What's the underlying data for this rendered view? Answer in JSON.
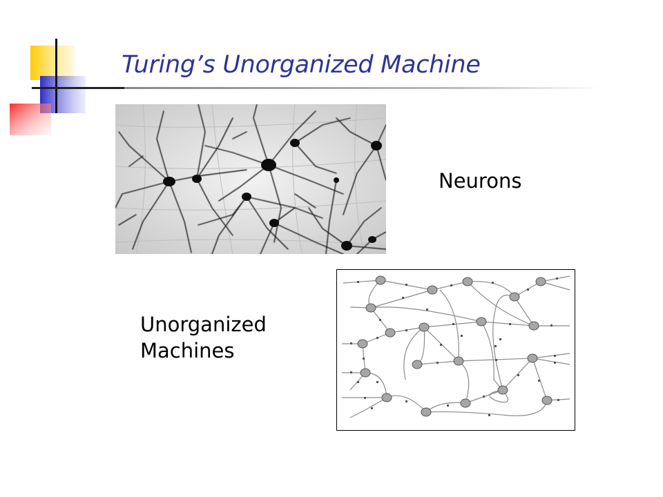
{
  "slide": {
    "title": "Turing’s Unorganized Machine",
    "neurons_label": "Neurons",
    "machines_label_line1": "Unorganized",
    "machines_label_line2": "Machines"
  },
  "colors": {
    "title": "#2d3596",
    "accent_yellow": "#ffcc00",
    "accent_blue": "#3333cc",
    "accent_red": "#ff3333",
    "node_fill": "#a6a6a6",
    "edge_stroke": "#7f7f7f"
  },
  "images": {
    "neurons_photo": "neuron-micrograph",
    "machine_diagram": "unorganized-machine-network-diagram"
  }
}
